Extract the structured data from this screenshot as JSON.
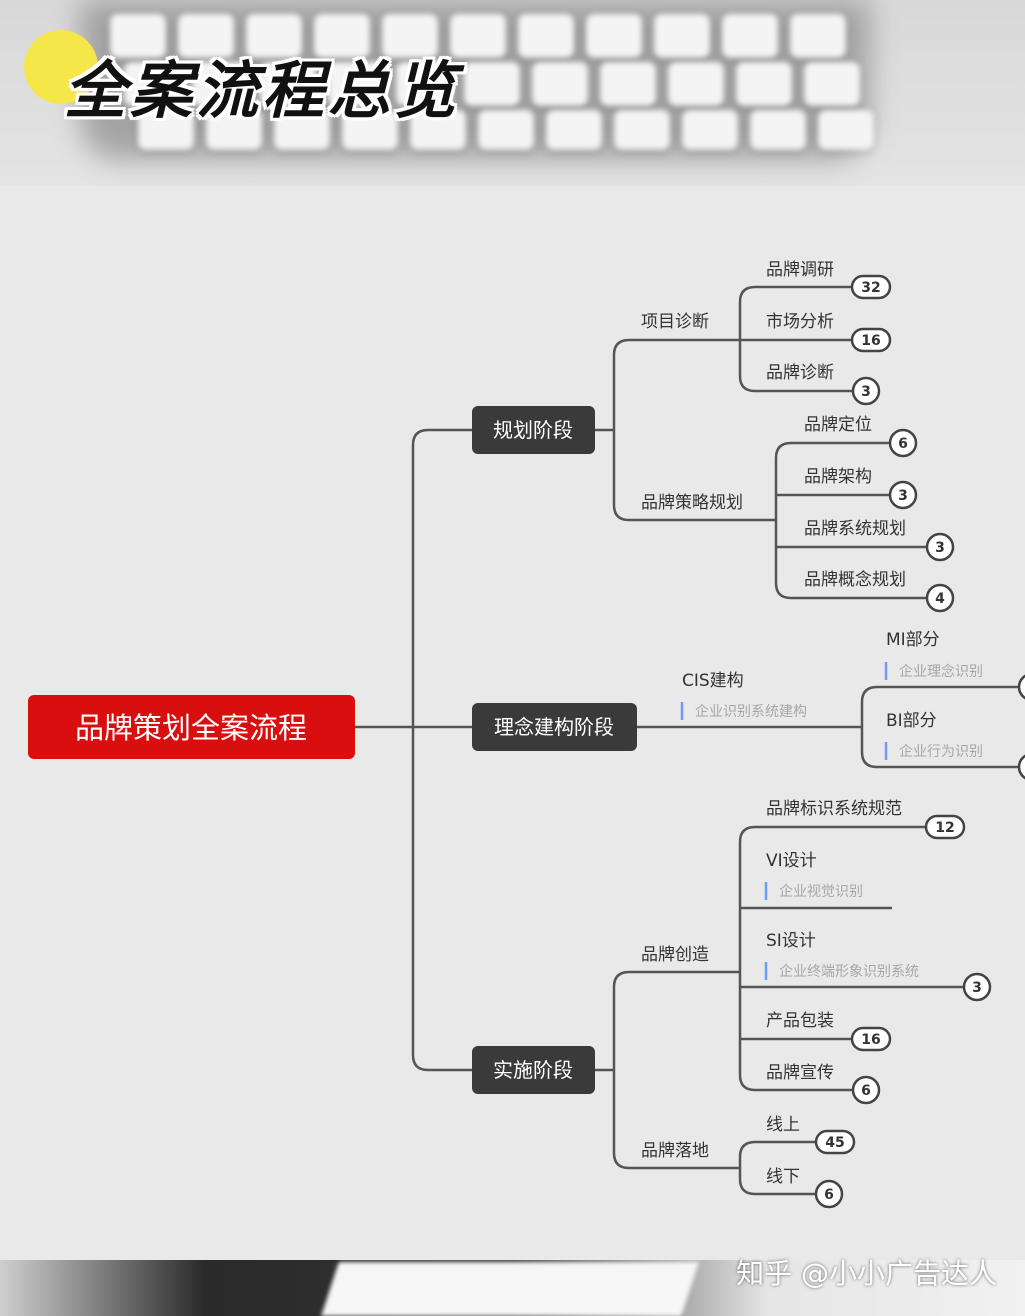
{
  "header": {
    "title": "全案流程总览"
  },
  "watermark": "知乎 @小小广告达人",
  "mindmap": {
    "root": "品牌策划全案流程",
    "stages": [
      {
        "label": "规划阶段",
        "branches": [
          {
            "label": "项目诊断",
            "leaves": [
              {
                "label": "品牌调研",
                "count": "32"
              },
              {
                "label": "市场分析",
                "count": "16"
              },
              {
                "label": "品牌诊断",
                "count": "3"
              }
            ]
          },
          {
            "label": "品牌策略规划",
            "leaves": [
              {
                "label": "品牌定位",
                "count": "6"
              },
              {
                "label": "品牌架构",
                "count": "3"
              },
              {
                "label": "品牌系统规划",
                "count": "3"
              },
              {
                "label": "品牌概念规划",
                "count": "4"
              }
            ]
          }
        ]
      },
      {
        "label": "理念建构阶段",
        "branches": [
          {
            "label": "CIS建构",
            "note": "企业识别系统建构",
            "leaves": [
              {
                "label": "MI部分",
                "note": "企业理念识别"
              },
              {
                "label": "BI部分",
                "note": "企业行为识别"
              }
            ]
          }
        ]
      },
      {
        "label": "实施阶段",
        "branches": [
          {
            "label": "品牌创造",
            "leaves": [
              {
                "label": "品牌标识系统规范",
                "count": "12"
              },
              {
                "label": "VI设计",
                "note": "企业视觉识别"
              },
              {
                "label": "SI设计",
                "note": "企业终端形象识别系统",
                "count": "3"
              },
              {
                "label": "产品包装",
                "count": "16"
              },
              {
                "label": "品牌宣传",
                "count": "6"
              }
            ]
          },
          {
            "label": "品牌落地",
            "leaves": [
              {
                "label": "线上",
                "count": "45"
              },
              {
                "label": "线下",
                "count": "6"
              }
            ]
          }
        ]
      }
    ]
  },
  "colors": {
    "root": "#d90f0f",
    "stage": "#3a3a3a",
    "note_bar": "#6c9cf3",
    "title_dot": "#f5e64a"
  }
}
